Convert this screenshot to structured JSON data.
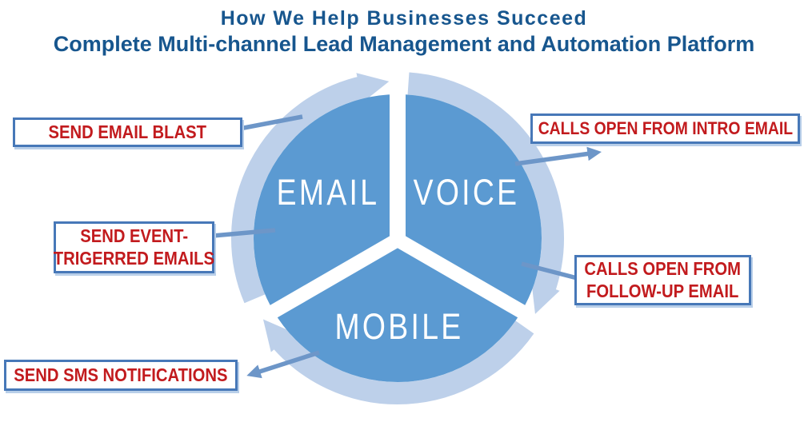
{
  "title": {
    "line1": "How We Help Businesses Succeed",
    "line2": "Complete Multi-channel Lead Management and Automation Platform"
  },
  "diagram": {
    "segments": [
      {
        "label": "EMAIL"
      },
      {
        "label": "VOICE"
      },
      {
        "label": "MOBILE"
      }
    ],
    "callouts": [
      {
        "id": "send-email-blast",
        "lines": [
          "SEND EMAIL BLAST"
        ]
      },
      {
        "id": "send-event-triggered",
        "lines": [
          "SEND EVENT-",
          "TRIGERRED EMAILS"
        ]
      },
      {
        "id": "send-sms-notifications",
        "lines": [
          "SEND SMS NOTIFICATIONS"
        ]
      },
      {
        "id": "calls-open-intro",
        "lines": [
          "CALLS OPEN FROM INTRO EMAIL"
        ]
      },
      {
        "id": "calls-open-followup",
        "lines": [
          "CALLS OPEN FROM",
          "FOLLOW-UP EMAIL"
        ]
      }
    ],
    "colors": {
      "pie_blue": "#5b9ad2",
      "ring_light_blue": "#bdd0ea",
      "connector_blue": "#6d96c8",
      "box_border_blue": "#4778b8",
      "callout_red": "#c21b1e",
      "title_blue": "#17568e",
      "label_white": "#ffffff"
    }
  }
}
